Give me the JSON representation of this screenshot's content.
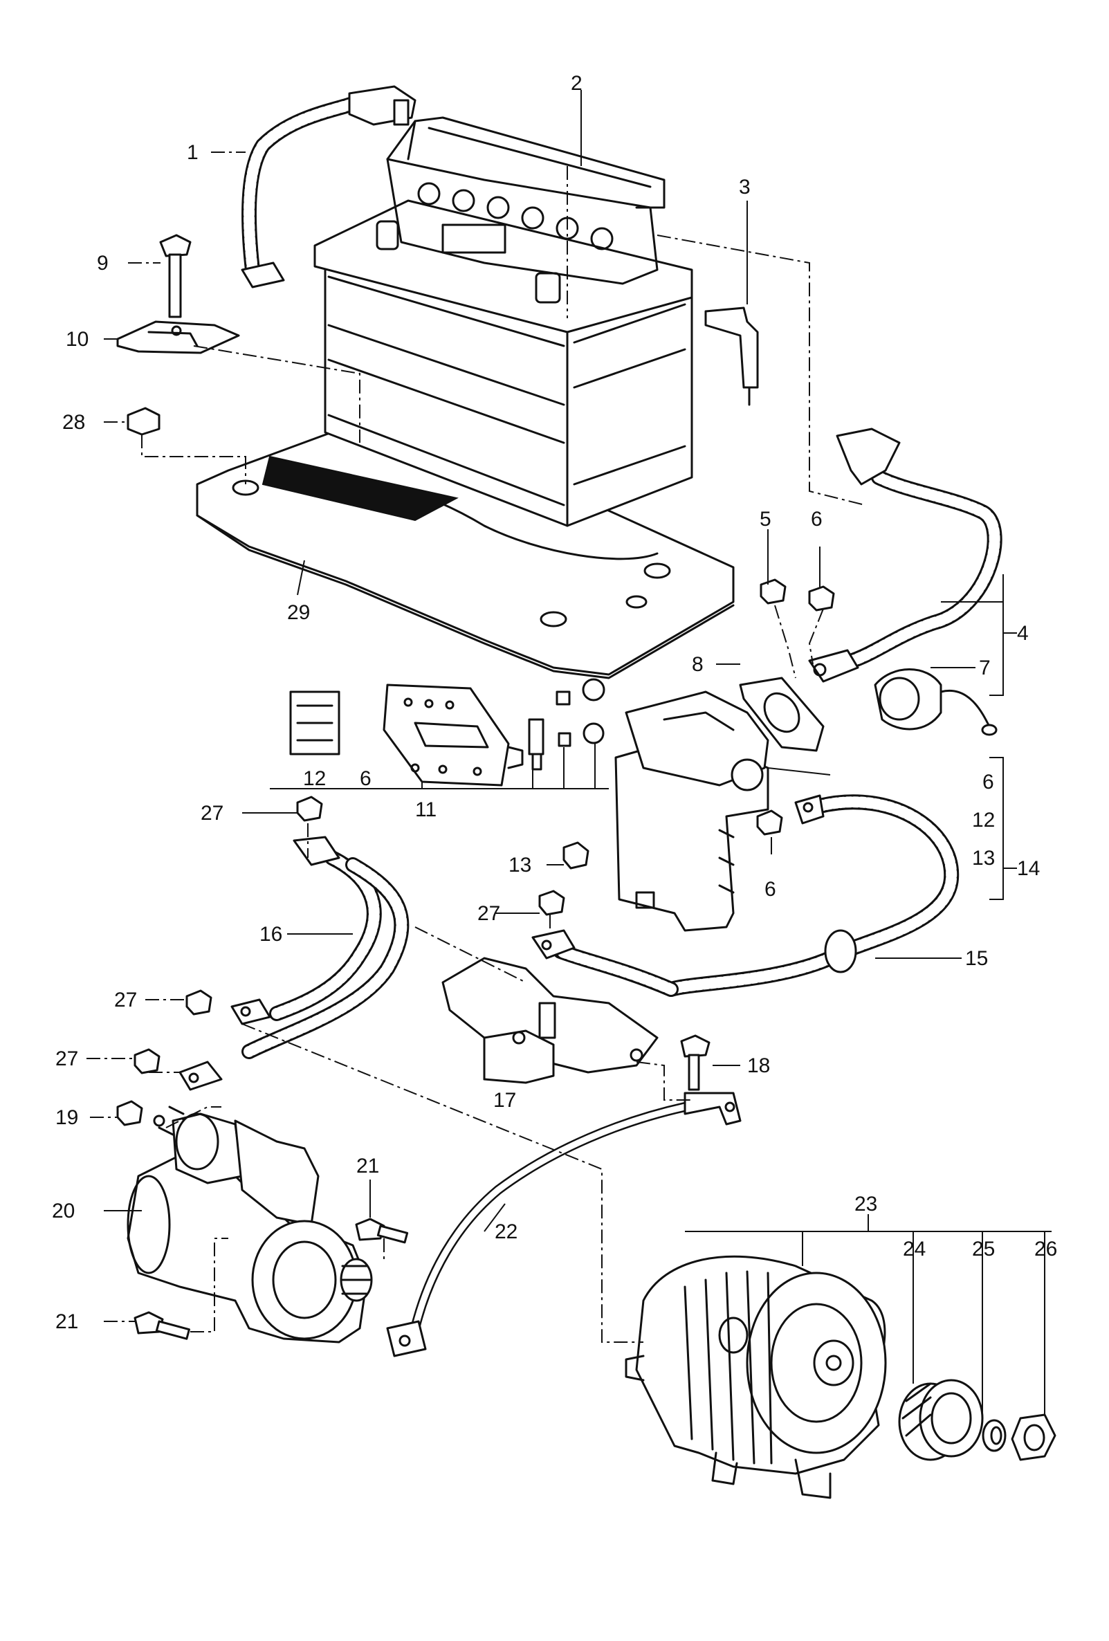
{
  "callouts": [
    {
      "id": "c1",
      "text": "1"
    },
    {
      "id": "c2",
      "text": "2"
    },
    {
      "id": "c3",
      "text": "3"
    },
    {
      "id": "c4",
      "text": "4"
    },
    {
      "id": "c5",
      "text": "5"
    },
    {
      "id": "c6a",
      "text": "6"
    },
    {
      "id": "c7",
      "text": "7"
    },
    {
      "id": "c8",
      "text": "8"
    },
    {
      "id": "c9",
      "text": "9"
    },
    {
      "id": "c10",
      "text": "10"
    },
    {
      "id": "c28",
      "text": "28"
    },
    {
      "id": "c29",
      "text": "29"
    },
    {
      "id": "c12a",
      "text": "12"
    },
    {
      "id": "c6b",
      "text": "6"
    },
    {
      "id": "c11",
      "text": "11"
    },
    {
      "id": "c27a",
      "text": "27"
    },
    {
      "id": "c13a",
      "text": "13"
    },
    {
      "id": "c6c",
      "text": "6"
    },
    {
      "id": "c6d",
      "text": "6"
    },
    {
      "id": "c12b",
      "text": "12"
    },
    {
      "id": "c13b",
      "text": "13"
    },
    {
      "id": "c14",
      "text": "14"
    },
    {
      "id": "c15",
      "text": "15"
    },
    {
      "id": "c16",
      "text": "16"
    },
    {
      "id": "c27b",
      "text": "27"
    },
    {
      "id": "c27c",
      "text": "27"
    },
    {
      "id": "c27d",
      "text": "27"
    },
    {
      "id": "c17",
      "text": "17"
    },
    {
      "id": "c18",
      "text": "18"
    },
    {
      "id": "c19",
      "text": "19"
    },
    {
      "id": "c20",
      "text": "20"
    },
    {
      "id": "c21a",
      "text": "21"
    },
    {
      "id": "c21b",
      "text": "21"
    },
    {
      "id": "c22",
      "text": "22"
    },
    {
      "id": "c23",
      "text": "23"
    },
    {
      "id": "c24",
      "text": "24"
    },
    {
      "id": "c25",
      "text": "25"
    },
    {
      "id": "c26",
      "text": "26"
    }
  ]
}
